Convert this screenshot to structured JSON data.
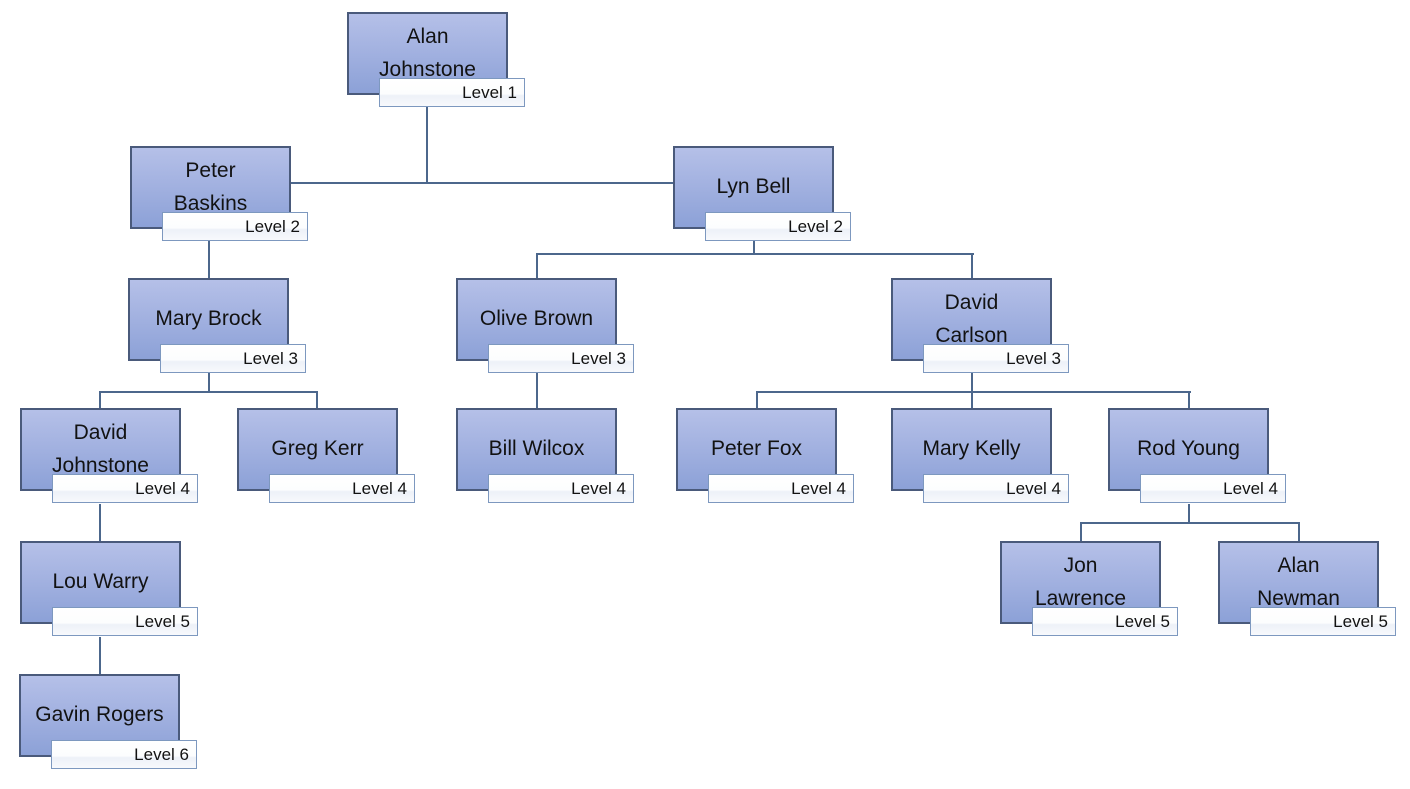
{
  "org_chart": {
    "nodes": {
      "alan_johnstone": {
        "name": "Alan\nJohnstone",
        "level": "Level 1"
      },
      "peter_baskins": {
        "name": "Peter\nBaskins",
        "level": "Level 2"
      },
      "lyn_bell": {
        "name": "Lyn Bell",
        "level": "Level 2"
      },
      "mary_brock": {
        "name": "Mary Brock",
        "level": "Level 3"
      },
      "olive_brown": {
        "name": "Olive Brown",
        "level": "Level 3"
      },
      "david_carlson": {
        "name": "David\nCarlson",
        "level": "Level 3"
      },
      "david_johnstone": {
        "name": "David\nJohnstone",
        "level": "Level 4"
      },
      "greg_kerr": {
        "name": "Greg Kerr",
        "level": "Level 4"
      },
      "bill_wilcox": {
        "name": "Bill Wilcox",
        "level": "Level 4"
      },
      "peter_fox": {
        "name": "Peter Fox",
        "level": "Level 4"
      },
      "mary_kelly": {
        "name": "Mary Kelly",
        "level": "Level 4"
      },
      "rod_young": {
        "name": "Rod Young",
        "level": "Level 4"
      },
      "lou_warry": {
        "name": "Lou Warry",
        "level": "Level 5"
      },
      "jon_lawrence": {
        "name": "Jon\nLawrence",
        "level": "Level 5"
      },
      "alan_newman": {
        "name": "Alan\nNewman",
        "level": "Level 5"
      },
      "gavin_rogers": {
        "name": "Gavin Rogers",
        "level": "Level 6"
      }
    },
    "hierarchy": {
      "Alan Johnstone": [
        "Peter Baskins",
        "Lyn Bell"
      ],
      "Peter Baskins": [
        "Mary Brock"
      ],
      "Lyn Bell": [
        "Olive Brown",
        "David Carlson"
      ],
      "Mary Brock": [
        "David Johnstone",
        "Greg Kerr"
      ],
      "Olive Brown": [
        "Bill Wilcox"
      ],
      "David Carlson": [
        "Peter Fox",
        "Mary Kelly",
        "Rod Young"
      ],
      "David Johnstone": [
        "Lou Warry"
      ],
      "Lou Warry": [
        "Gavin Rogers"
      ],
      "Rod Young": [
        "Jon Lawrence",
        "Alan Newman"
      ]
    },
    "colors": {
      "background": "#ffffff",
      "node_fill_top": "#b5c0e8",
      "node_fill_bottom": "#8ca1d7",
      "node_border": "#4a5a7b",
      "level_badge_border": "#7d98bf",
      "connector": "#4c678c",
      "text": "#121212"
    }
  }
}
